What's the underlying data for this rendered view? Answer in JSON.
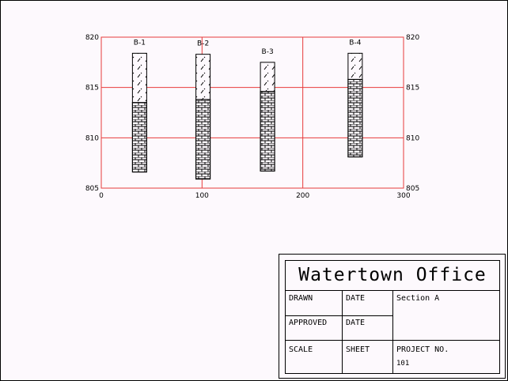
{
  "chart_data": {
    "type": "boring-log-section",
    "x_ticks": [
      "0",
      "100",
      "200",
      "300"
    ],
    "y_ticks_left": [
      "820",
      "815",
      "810",
      "805"
    ],
    "y_ticks_right": [
      "820",
      "815",
      "810",
      "805"
    ],
    "xlim": [
      0,
      300
    ],
    "ylim": [
      805,
      820
    ],
    "grid": true,
    "colors": {
      "grid": "#e83b3b",
      "boring_outline": "#000000"
    },
    "borings": [
      {
        "name": "B-1",
        "x": 38,
        "top": 818.4,
        "interface": 813.5,
        "bottom": 806.6
      },
      {
        "name": "B-2",
        "x": 101,
        "top": 818.3,
        "interface": 813.8,
        "bottom": 805.9
      },
      {
        "name": "B-3",
        "x": 165,
        "top": 817.5,
        "interface": 814.6,
        "bottom": 806.7
      },
      {
        "name": "B-4",
        "x": 252,
        "top": 818.4,
        "interface": 815.8,
        "bottom": 808.1
      }
    ]
  },
  "title_block": {
    "title": "Watertown Office",
    "drawn_label": "DRAWN",
    "date_label_1": "DATE",
    "section_label": "Section A",
    "approved_label": "APPROVED",
    "date_label_2": "DATE",
    "scale_label": "SCALE",
    "sheet_label": "SHEET",
    "project_label": "PROJECT NO.",
    "project_value": "101"
  }
}
